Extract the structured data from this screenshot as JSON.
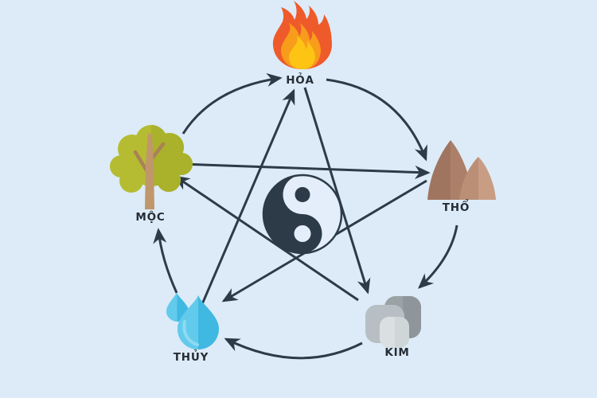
{
  "diagram": {
    "name": "five-elements-cycle",
    "background_color": "#dcebf7",
    "arrow_color": "#2d3b49",
    "center_symbol": "yin-yang",
    "elements": {
      "fire": {
        "label": "HỎA",
        "icon": "fire-icon"
      },
      "earth": {
        "label": "THỔ",
        "icon": "mountain-icon"
      },
      "metal": {
        "label": "KIM",
        "icon": "stones-icon"
      },
      "water": {
        "label": "THỦY",
        "icon": "water-drops-icon"
      },
      "wood": {
        "label": "MỘC",
        "icon": "tree-icon"
      }
    },
    "cycles": {
      "outer_circle_arrows": [
        {
          "from": "MỘC",
          "to": "HỎA"
        },
        {
          "from": "HỎA",
          "to": "THỔ"
        },
        {
          "from": "THỔ",
          "to": "KIM"
        },
        {
          "from": "KIM",
          "to": "THỦY"
        },
        {
          "from": "THỦY",
          "to": "MỘC"
        }
      ],
      "star_arrows": [
        {
          "from": "THỦY",
          "to": "HỎA"
        },
        {
          "from": "HỎA",
          "to": "KIM"
        },
        {
          "from": "KIM",
          "to": "MỘC"
        },
        {
          "from": "MỘC",
          "to": "THỔ"
        },
        {
          "from": "THỔ",
          "to": "THỦY"
        }
      ]
    },
    "icon_colors": {
      "fire": [
        "#ef5a2b",
        "#f89c1b",
        "#fdc413"
      ],
      "tree_foliage": [
        "#b5bc31",
        "#aab12b"
      ],
      "tree_trunk": "#c0976a",
      "mountain": [
        "#a07560",
        "#ac7f68",
        "#ba8f76",
        "#c89d84"
      ],
      "water": [
        "#62cbeb",
        "#3fb8e2"
      ],
      "stones": [
        "#9aa2a6",
        "#b7bfc4",
        "#ced6d8"
      ]
    }
  }
}
